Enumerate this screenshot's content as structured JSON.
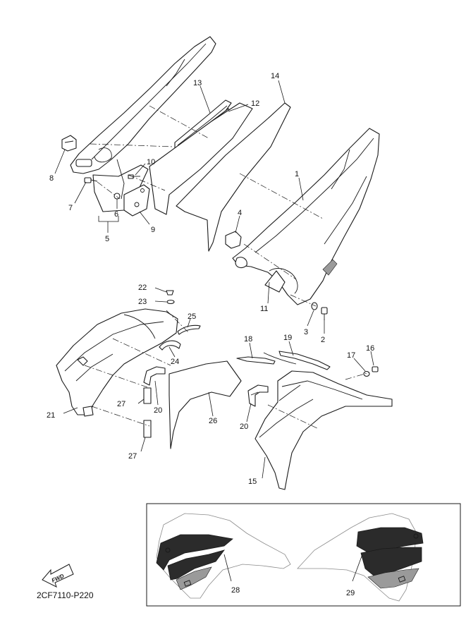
{
  "callouts": [
    "1",
    "2",
    "3",
    "4",
    "5",
    "6",
    "7",
    "8",
    "9",
    "10",
    "11",
    "12",
    "13",
    "14",
    "15",
    "16",
    "17",
    "18",
    "19",
    "20",
    "20",
    "21",
    "22",
    "23",
    "24",
    "25",
    "26",
    "27",
    "27",
    "28",
    "29"
  ],
  "fwd_label": "FWD",
  "diagram_code": "2CF7110-P220"
}
